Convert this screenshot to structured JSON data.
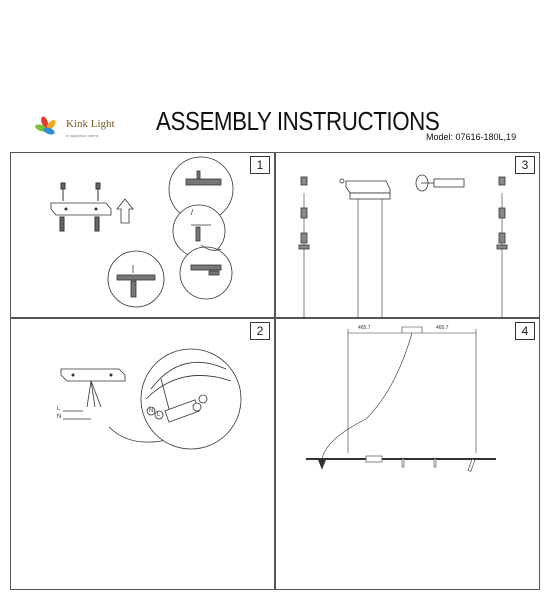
{
  "header": {
    "logo_text": "Kink Light",
    "logo_subtitle": "в гармонии света",
    "title": "ASSEMBLY INSTRUCTIONS",
    "model": "Model: 07616-180L,19"
  },
  "panels": [
    {
      "number": "1"
    },
    {
      "number": "2"
    },
    {
      "number": "3"
    },
    {
      "number": "4"
    }
  ],
  "panel2": {
    "wire_labels": [
      "L",
      "N"
    ],
    "terminal_labels": [
      "N",
      "L"
    ]
  },
  "panel4": {
    "dimension_left": "465.7",
    "dimension_right": "465.7"
  }
}
